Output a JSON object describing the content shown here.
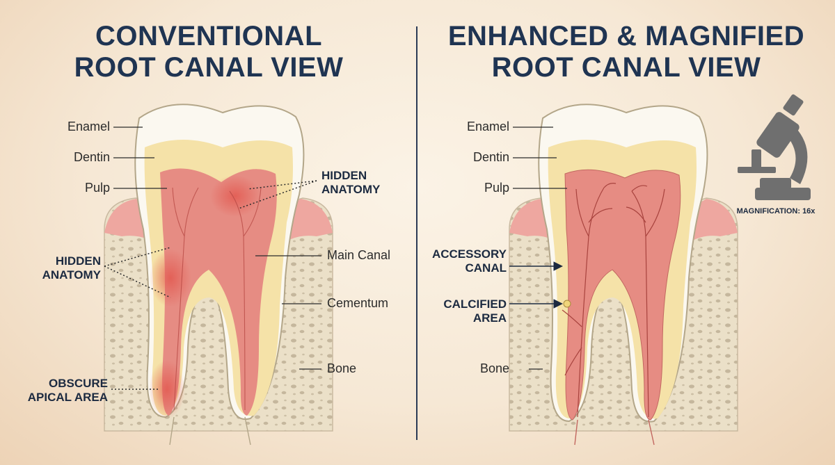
{
  "left_panel": {
    "title_line1": "CONVENTIONAL",
    "title_line2": "ROOT CANAL VIEW",
    "labels": {
      "enamel": "Enamel",
      "dentin": "Dentin",
      "pulp": "Pulp",
      "main_canal": "Main Canal",
      "cementum": "Cementum",
      "bone": "Bone",
      "hidden_anatomy_top_1": "HIDDEN",
      "hidden_anatomy_top_2": "ANATOMY",
      "hidden_anatomy_left_1": "HIDDEN",
      "hidden_anatomy_left_2": "ANATOMY",
      "obscure_1": "OBSCURE",
      "obscure_2": "APICAL AREA"
    }
  },
  "right_panel": {
    "title_line1": "ENHANCED & MAGNIFIED",
    "title_line2": "ROOT CANAL VIEW",
    "labels": {
      "enamel": "Enamel",
      "dentin": "Dentin",
      "pulp": "Pulp",
      "bone": "Bone",
      "accessory_1": "ACCESSORY",
      "accessory_2": "CANAL",
      "calcified_1": "CALCIFIED",
      "calcified_2": "AREA"
    },
    "magnification": "MAGNIFICATION: 16x",
    "icon": "microscope-icon"
  },
  "colors": {
    "title": "#1f3452",
    "enamel": "#fbf8f0",
    "dentin": "#f5e2a8",
    "pulp": "#e68c83",
    "gum": "#eea7a0",
    "bone": "#e9dcc3",
    "microscope": "#6f6f6f"
  }
}
